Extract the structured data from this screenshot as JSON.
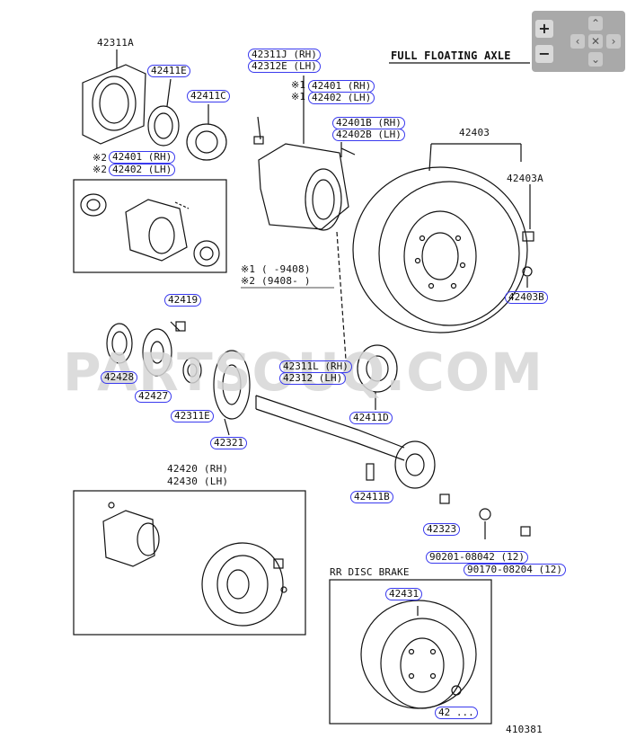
{
  "header": {
    "title": "FULL FLOATING AXLE"
  },
  "watermark": "PARTSOUQ.COM",
  "diagram_code": "410381",
  "note_legend": {
    "n1": "※1 (    -9408)",
    "n2": "※2 (9408-    )"
  },
  "section_label": "RR DISC BRAKE",
  "static_labels": {
    "p42311A": "42311A",
    "p42403": "42403",
    "p42403A": "42403A",
    "p42420": "42420 (RH)",
    "p42430": "42430 (LH)",
    "mark2a": "※2",
    "mark2b": "※2",
    "mark1a": "※1",
    "mark1b": "※1"
  },
  "parts": {
    "p42411E": "42411E",
    "p42411C": "42411C",
    "p42401rh_l": "42401 (RH)",
    "p42402lh_l": "42402 (LH)",
    "p42311J": "42311J (RH)",
    "p42312E": "42312E (LH)",
    "p42401rh_r": "42401 (RH)",
    "p42402lh_r": "42402 (LH)",
    "p42401B": "42401B (RH)",
    "p42402B": "42402B (LH)",
    "p42403B": "42403B",
    "p42419": "42419",
    "p42428": "42428",
    "p42427": "42427",
    "p42311E": "42311E",
    "p42321": "42321",
    "p42311L": "42311L (RH)",
    "p42312": "42312  (LH)",
    "p42411D": "42411D",
    "p42411B": "42411B",
    "p42323": "42323",
    "p90201": "90201-08042 (12)",
    "p90170": "90170-08204 (12)",
    "p42431": "42431",
    "p42_bottom": "42 ..."
  },
  "nav": {
    "zoom_in": "+",
    "zoom_out": "−",
    "up": "⌃",
    "left": "‹",
    "center": "✕",
    "right": "›",
    "down": "⌄"
  }
}
